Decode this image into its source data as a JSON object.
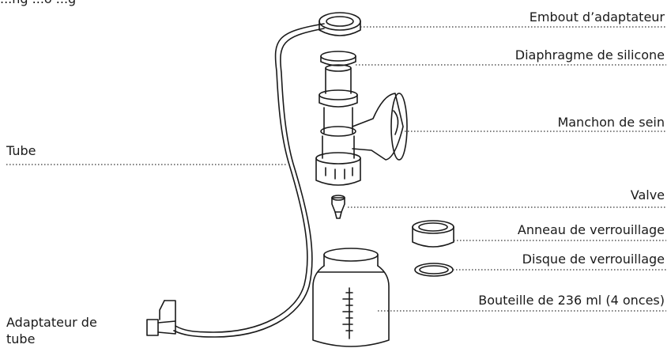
{
  "header": {
    "partial_text": "...ng      ...o        ...g"
  },
  "labels": {
    "embout": "Embout d’adaptateur",
    "diaphragme": "Diaphragme de silicone",
    "manchon": "Manchon de sein",
    "tube": "Tube",
    "valve": "Valve",
    "anneau": "Anneau de verrouillage",
    "disque": "Disque de verrouillage",
    "bouteille": "Bouteille de 236 ml (4 onces)",
    "adaptateur_line1": "Adaptateur de",
    "adaptateur_line2": "tube"
  },
  "colors": {
    "ink": "#1a1a1a",
    "leader": "#333333"
  }
}
